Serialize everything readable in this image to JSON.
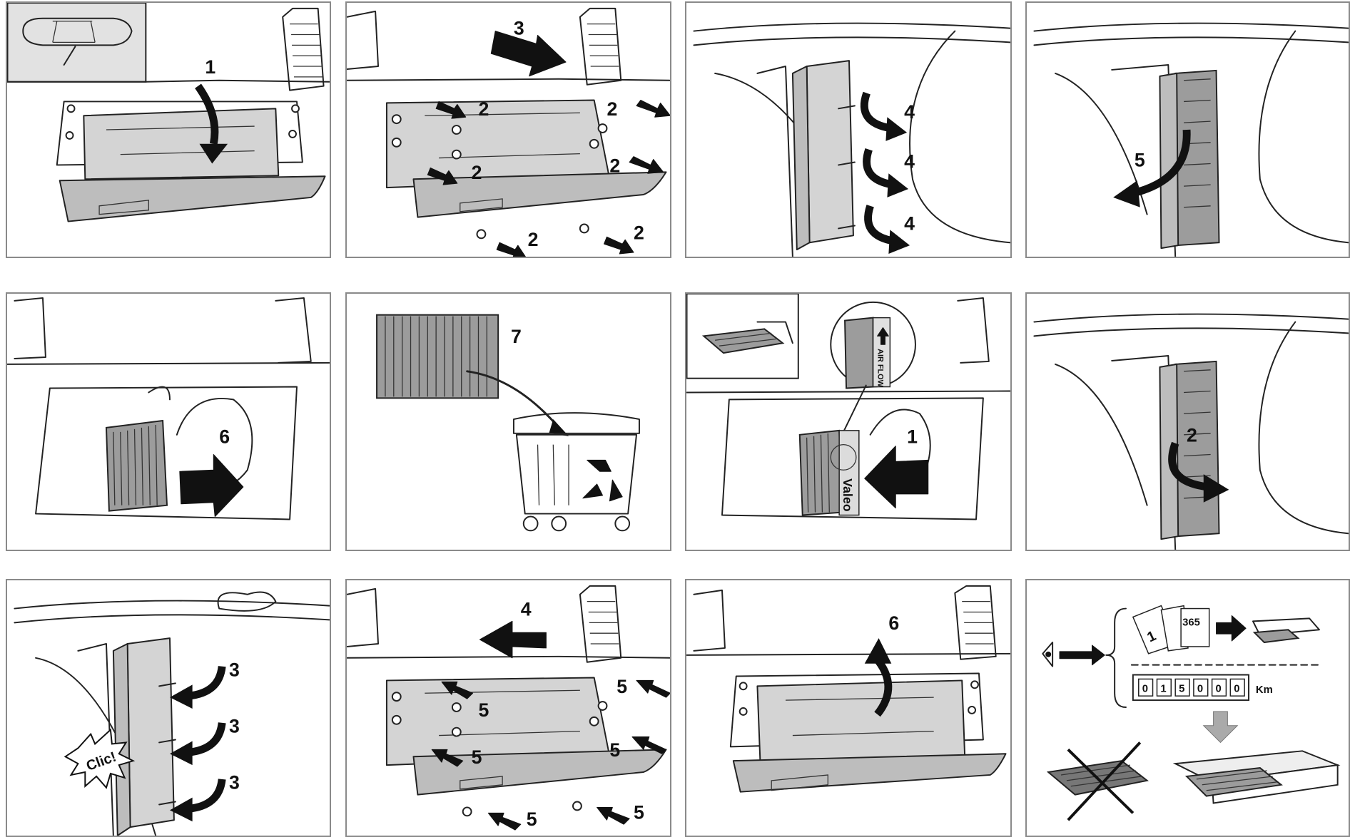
{
  "panels": [
    {
      "id": "p1",
      "step_labels": [
        "1"
      ]
    },
    {
      "id": "p2",
      "step_labels": [
        "3",
        "2",
        "2",
        "2",
        "2",
        "2",
        "2"
      ]
    },
    {
      "id": "p3",
      "step_labels": [
        "4",
        "4",
        "4"
      ]
    },
    {
      "id": "p4",
      "step_labels": [
        "5"
      ]
    },
    {
      "id": "p5",
      "step_labels": [
        "6"
      ]
    },
    {
      "id": "p6",
      "step_labels": [
        "7"
      ]
    },
    {
      "id": "p7",
      "step_labels": [
        "1"
      ],
      "airflow_text": "AIR FLOW",
      "brand_text": "Valeo"
    },
    {
      "id": "p8",
      "step_labels": [
        "2"
      ]
    },
    {
      "id": "p9",
      "step_labels": [
        "3",
        "3",
        "3"
      ],
      "click_text": "Clic!"
    },
    {
      "id": "p10",
      "step_labels": [
        "4",
        "5",
        "5",
        "5",
        "5",
        "5",
        "5"
      ]
    },
    {
      "id": "p11",
      "step_labels": [
        "6"
      ]
    },
    {
      "id": "p12",
      "calendar_start": "1",
      "calendar_end": "365",
      "odometer_digits": [
        "0",
        "1",
        "5",
        "0",
        "0",
        "0"
      ],
      "odometer_unit": "Km"
    }
  ],
  "colors": {
    "panel_border": "#8a8a8a",
    "ink": "#111111",
    "fill_grey": "#d4d4d4"
  }
}
